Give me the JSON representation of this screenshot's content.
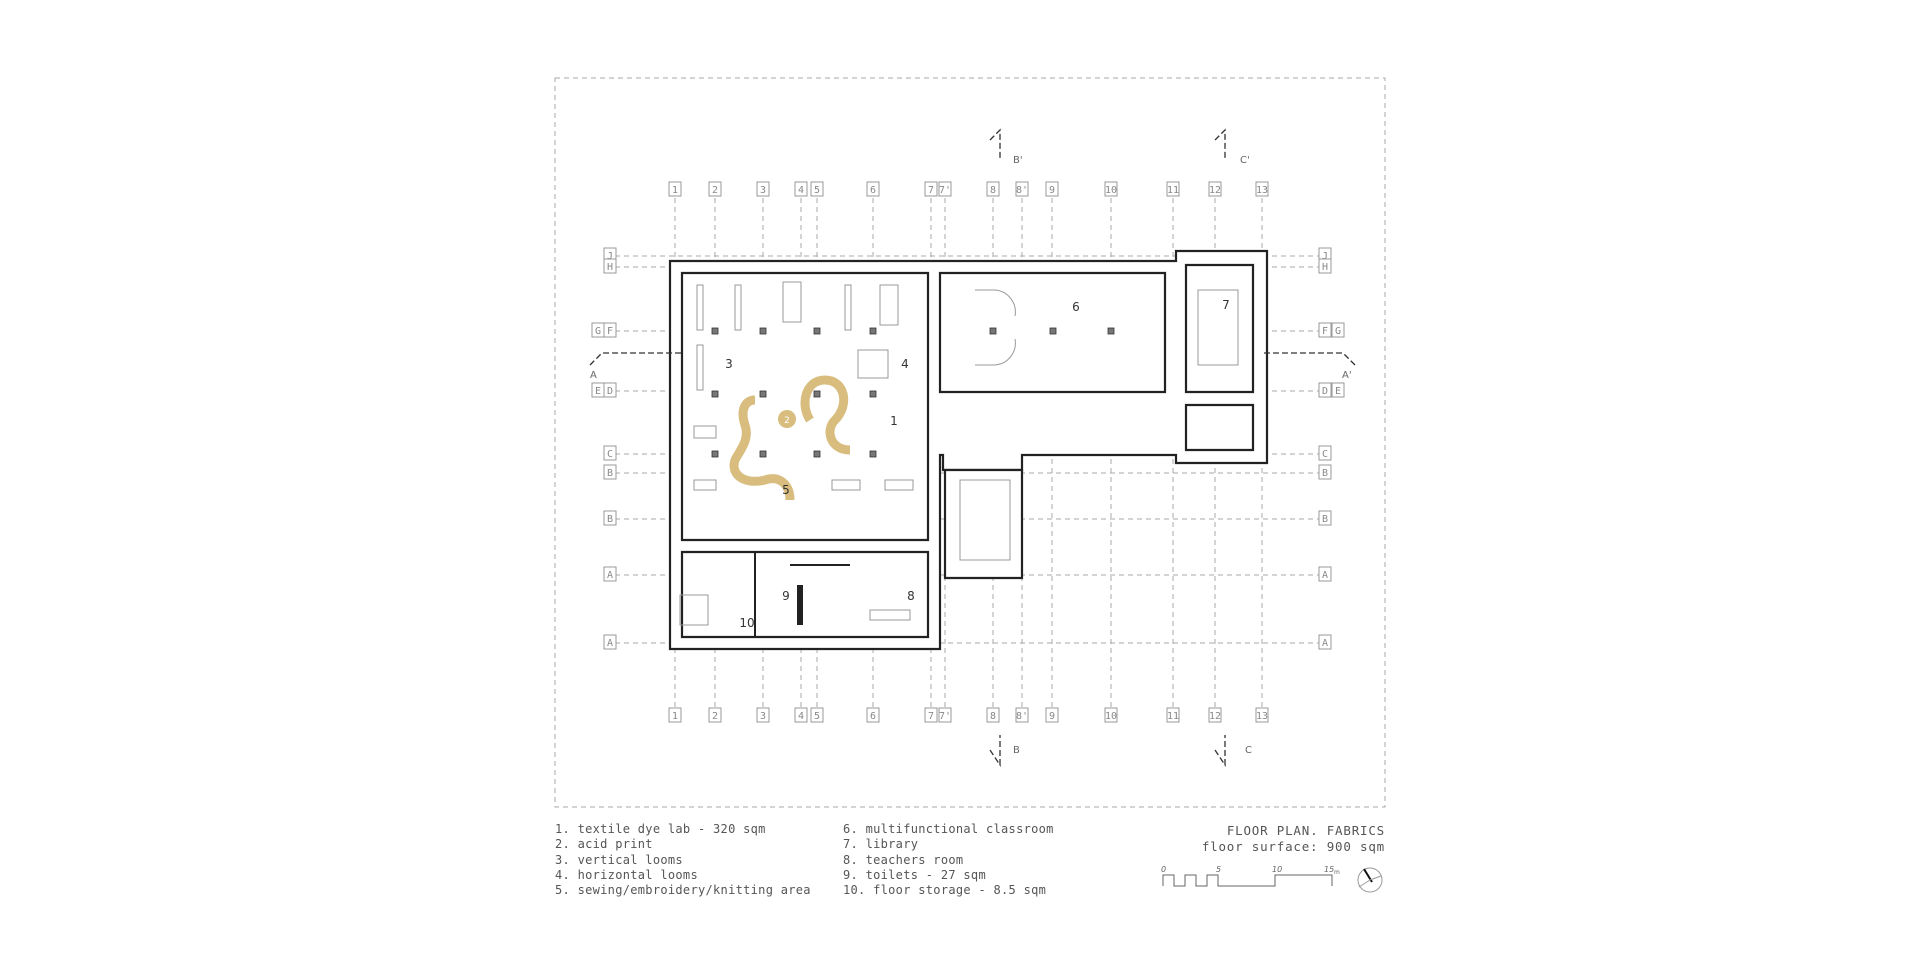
{
  "title": {
    "line1": "FLOOR PLAN. FABRICS",
    "line2": "floor surface: 900 sqm"
  },
  "legend": {
    "col1": [
      "1. textile dye lab - 320 sqm",
      "2. acid print",
      "3. vertical looms",
      "4. horizontal looms",
      "5. sewing/embroidery/knitting area"
    ],
    "col2": [
      "6. multifunctional classroom",
      "7. library",
      "8. teachers room",
      "9. toilets - 27 sqm",
      "10. floor storage - 8.5 sqm"
    ]
  },
  "rooms": {
    "r1": "1",
    "r2": "2",
    "r3": "3",
    "r4": "4",
    "r5": "5",
    "r6": "6",
    "r7": "7",
    "r8": "8",
    "r9": "9",
    "r10": "10"
  },
  "grid": {
    "columns": [
      "1",
      "2",
      "3",
      "4",
      "5",
      "6",
      "7",
      "7'",
      "8",
      "8'",
      "9",
      "10",
      "11",
      "12",
      "13"
    ],
    "rows": [
      "J",
      "H",
      "F",
      "D",
      "C",
      "B",
      "B",
      "A",
      "A"
    ],
    "rows_left_extra": {
      "F": "G",
      "D": "E"
    }
  },
  "sections": {
    "b_top": "B'",
    "c_top": "C'",
    "b_bottom": "B",
    "c_bottom": "C",
    "a_left": "A",
    "a_right": "A'"
  },
  "scale_bar": {
    "ticks": [
      "0",
      "5",
      "10",
      "15"
    ],
    "unit": "m"
  },
  "colors": {
    "accent": "#d8bd7f",
    "line": "#222222",
    "grid": "#aaaaaa"
  }
}
